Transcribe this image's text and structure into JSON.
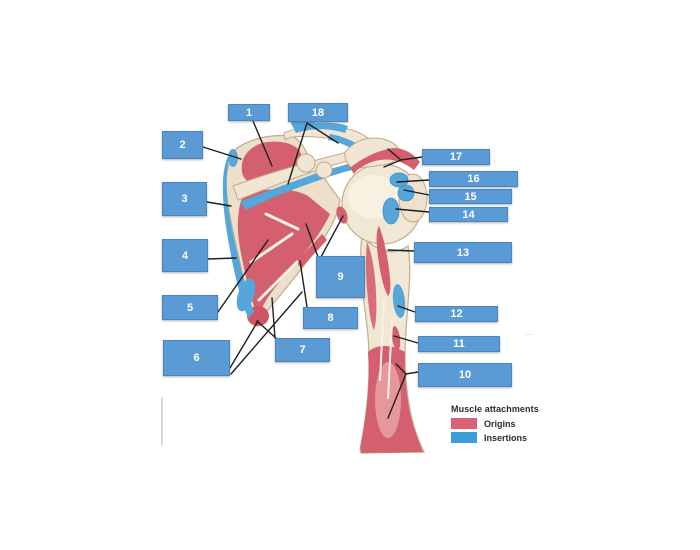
{
  "labels": [
    "1",
    "2",
    "3",
    "4",
    "5",
    "6",
    "7",
    "8",
    "9",
    "10",
    "11",
    "12",
    "13",
    "14",
    "15",
    "16",
    "17",
    "18"
  ],
  "legend": {
    "title": "Muscle attachments",
    "items": [
      {
        "label": "Origins",
        "color": "#d56277"
      },
      {
        "label": "Insertions",
        "color": "#3f9ed6"
      }
    ]
  },
  "colors": {
    "label_box_fill": "#5b9bd5",
    "label_box_border": "#4a86bc",
    "label_text": "#ffffff",
    "origins_red": "#d45f6e",
    "insertions_blue": "#55a7da",
    "bone": "#efe5d2",
    "leader_line": "#1f1f1f"
  },
  "artifact_dots": "…"
}
